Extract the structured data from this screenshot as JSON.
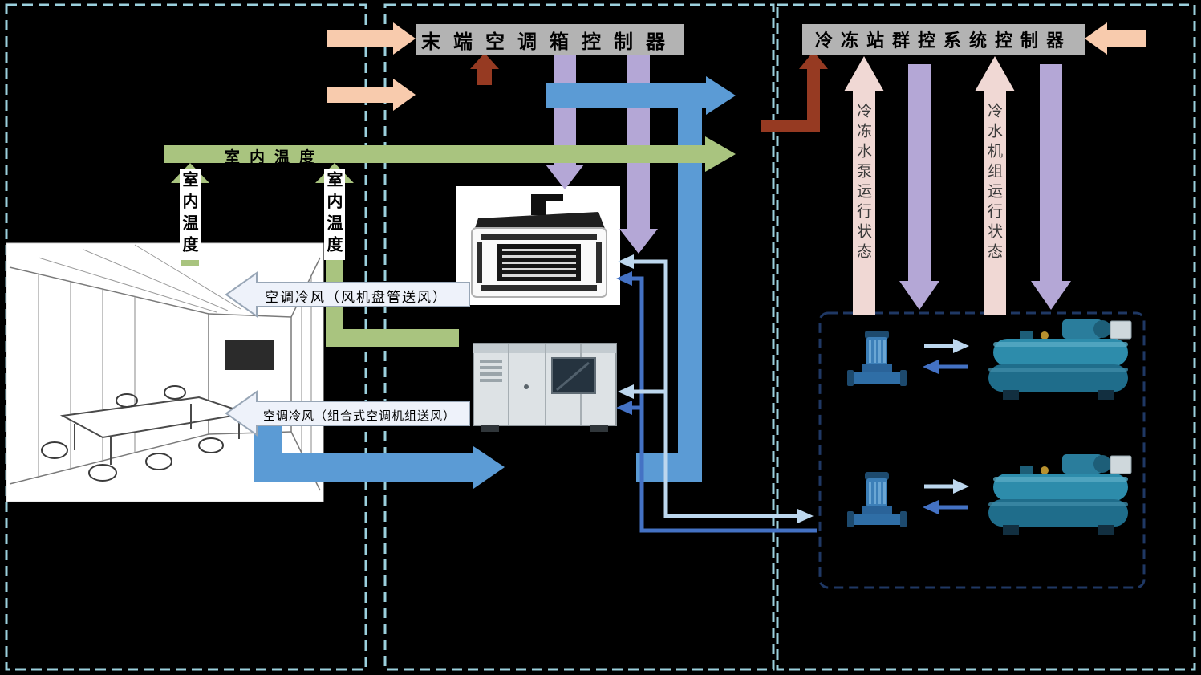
{
  "colors": {
    "background": "#000000",
    "zone_border": "#9bd0dd",
    "equipment_box_border": "#1f3864",
    "controller_bar": "#b3b3b3",
    "signal_input_arrow": "#f8cbad",
    "controller_link_arrow": "#963a22",
    "temperature_feedback_arrow": "#a9c47f",
    "water_flow_arrow": "#5b9bd5",
    "control_command_arrow": "#b4a7d6",
    "status_feedback_arrow": "#f0d8d4",
    "supply_line": "#4472c4",
    "return_line": "#bdd7ee",
    "label_arrow": "#eef2fa"
  },
  "controllers": {
    "terminal": "末端空调箱控制器",
    "plant": "冷冻站群控系统控制器"
  },
  "labels": {
    "indoor_temp_bar": "室内温度",
    "indoor_temp_vertical_1": "室内温度",
    "indoor_temp_vertical_2": "室内温度",
    "supply_air_fan_coil": "空调冷风（风机盘管送风）",
    "supply_air_ahu": "空调冷风（组合式空调机组送风）",
    "pump_feedback": "冷冻水泵运行状态",
    "chiller_feedback": "冷水机组运行状态"
  }
}
